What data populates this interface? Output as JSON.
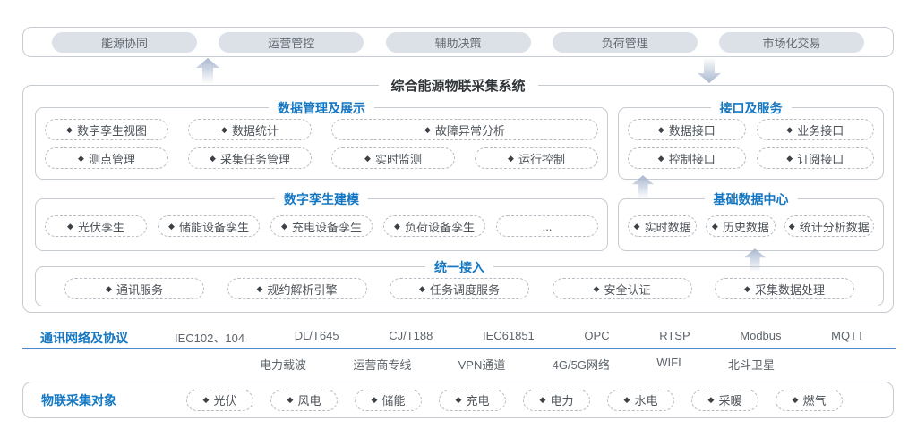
{
  "icons": {
    "diamond": "◆",
    "ellipsis": "..."
  },
  "app_layer": {
    "pills": [
      "能源协同",
      "运营管控",
      "辅助决策",
      "负荷管理",
      "市场化交易"
    ]
  },
  "system": {
    "title": "综合能源物联采集系统",
    "data_mgmt": {
      "title": "数据管理及展示",
      "items": [
        "数字孪生视图",
        "数据统计",
        "故障异常分析",
        "测点管理",
        "采集任务管理",
        "实时监测",
        "运行控制"
      ]
    },
    "interfaces": {
      "title": "接口及服务",
      "items": [
        "数据接口",
        "业务接口",
        "控制接口",
        "订阅接口"
      ]
    },
    "twin_modeling": {
      "title": "数字孪生建模",
      "items": [
        "光伏孪生",
        "储能设备孪生",
        "充电设备孪生",
        "负荷设备孪生"
      ]
    },
    "base_data": {
      "title": "基础数据中心",
      "items": [
        "实时数据",
        "历史数据",
        "统计分析数据"
      ]
    },
    "unified_access": {
      "title": "统一接入",
      "items": [
        "通讯服务",
        "规约解析引擎",
        "任务调度服务",
        "安全认证",
        "采集数据处理"
      ]
    }
  },
  "network": {
    "label": "通讯网络及协议",
    "protocols": [
      "IEC102、104",
      "DL/T645",
      "CJ/T188",
      "IEC61851",
      "OPC",
      "RTSP",
      "Modbus",
      "MQTT"
    ],
    "channels": [
      "电力载波",
      "运营商专线",
      "VPN通道",
      "4G/5G网络",
      "WIFI",
      "北斗卫星"
    ]
  },
  "objects": {
    "label": "物联采集对象",
    "items": [
      "光伏",
      "风电",
      "储能",
      "充电",
      "电力",
      "水电",
      "采暖",
      "燃气"
    ]
  },
  "colors": {
    "accent_blue": "#1577c2",
    "divider_blue": "#4d88c8",
    "pill_bg": "#dce1e8"
  }
}
